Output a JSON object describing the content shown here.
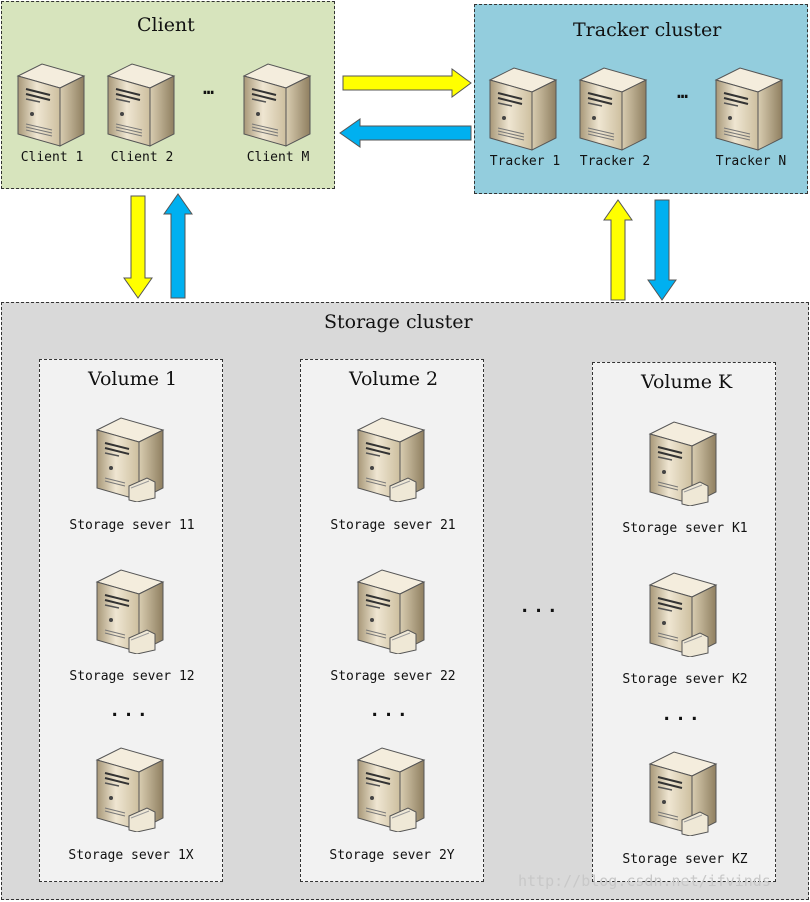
{
  "client_cluster": {
    "title": "Client",
    "servers": [
      {
        "label": "Client 1"
      },
      {
        "label": "Client 2"
      },
      {
        "label": "Client M"
      }
    ],
    "ellipsis": "…"
  },
  "tracker_cluster": {
    "title": "Tracker cluster",
    "servers": [
      {
        "label": "Tracker 1"
      },
      {
        "label": "Tracker 2"
      },
      {
        "label": "Tracker N"
      }
    ],
    "ellipsis": "…"
  },
  "storage_cluster": {
    "title": "Storage cluster",
    "between_volumes_ellipsis": "...",
    "volumes": [
      {
        "title": "Volume 1",
        "servers": [
          {
            "label": "Storage sever 11"
          },
          {
            "label": "Storage sever 12"
          },
          {
            "label": "Storage sever 1X"
          }
        ],
        "ellipsis": "..."
      },
      {
        "title": "Volume 2",
        "servers": [
          {
            "label": "Storage sever 21"
          },
          {
            "label": "Storage sever 22"
          },
          {
            "label": "Storage sever 2Y"
          }
        ],
        "ellipsis": "..."
      },
      {
        "title": "Volume K",
        "servers": [
          {
            "label": "Storage sever K1"
          },
          {
            "label": "Storage sever K2"
          },
          {
            "label": "Storage sever KZ"
          }
        ],
        "ellipsis": "..."
      }
    ]
  },
  "arrow_colors": {
    "yellow": "#ffff00",
    "blue": "#00b0f0"
  },
  "watermark": "http://blog.csdn.net/ifvinds"
}
